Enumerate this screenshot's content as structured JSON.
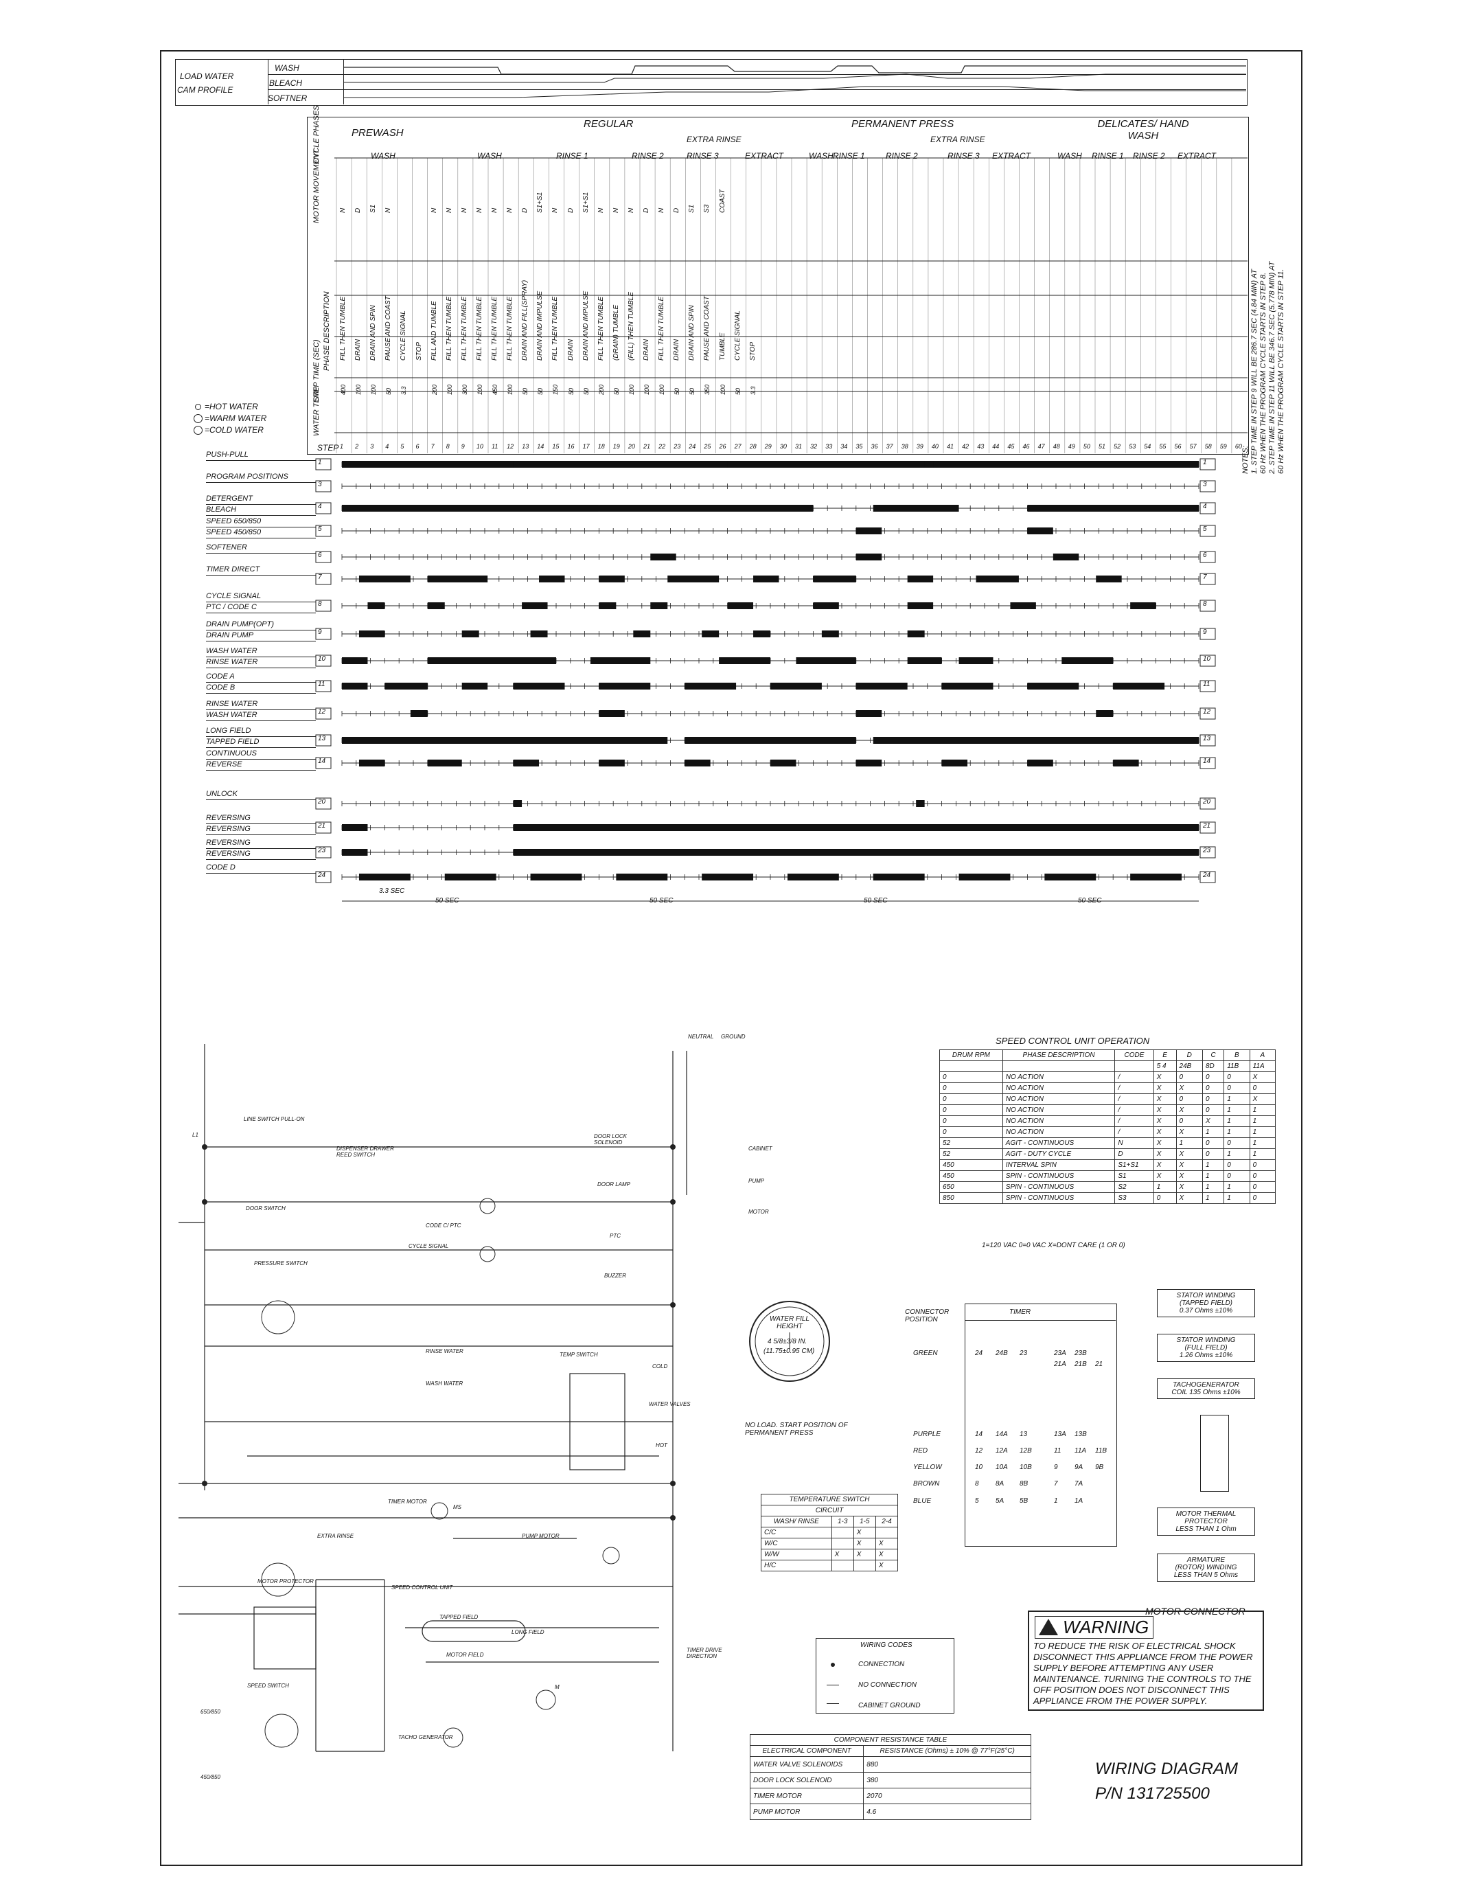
{
  "header": {
    "load_water_label": "LOAD WATER",
    "cam_profile_label": "CAM PROFILE",
    "rows": [
      "WASH",
      "BLEACH",
      "SOFTNER"
    ]
  },
  "cycle_groups": [
    {
      "name": "PREWASH",
      "sub": [
        "WASH"
      ]
    },
    {
      "name": "REGULAR",
      "sub": [
        "WASH",
        "RINSE 1",
        "RINSE 2",
        "RINSE 3",
        "EXTRACT"
      ],
      "extra": "EXTRA RINSE"
    },
    {
      "name": "PERMANENT PRESS",
      "sub": [
        "WASH",
        "RINSE 1",
        "RINSE 2",
        "RINSE 3",
        "EXTRACT"
      ],
      "extra": "EXTRA RINSE"
    },
    {
      "name": "DELICATES/ HAND WASH",
      "sub": [
        "WASH",
        "RINSE 1",
        "RINSE 2",
        "EXTRACT"
      ]
    }
  ],
  "row_headers": {
    "cycle_phases": "CYCLE PHASES",
    "motor_movement": "MOTOR MOVEMENT",
    "phase_description": "PHASE DESCRIPTION",
    "step_time": "STEP TIME (SEC)",
    "water_temp": "WATER TEMP",
    "step": "STEP"
  },
  "water_legend": [
    "=HOT WATER",
    "=WARM WATER",
    "=COLD WATER"
  ],
  "phase_descriptions": [
    "FILL THEN TUMBLE",
    "DRAIN",
    "DRAIN AND SPIN",
    "PAUSE AND COAST",
    "CYCLE SIGNAL",
    "STOP",
    "FILL AND TUMBLE",
    "FILL THEN TUMBLE",
    "FILL THEN TUMBLE",
    "FILL THEN TUMBLE",
    "FILL THEN TUMBLE",
    "FILL THEN TUMBLE",
    "DRAIN AND FILL(SPRAY)",
    "DRAIN AND IMPULSE",
    "FILL THEN TUMBLE",
    "DRAIN",
    "DRAIN AND IMPULSE",
    "FILL THEN TUMBLE",
    "(DRAIN) TUMBLE",
    "(FILL) THEN TUMBLE",
    "DRAIN",
    "FILL THEN TUMBLE",
    "DRAIN",
    "DRAIN AND SPIN",
    "PAUSE AND COAST",
    "TUMBLE",
    "CYCLE SIGNAL",
    "STOP"
  ],
  "motor_movement": [
    "N",
    "D",
    "S1",
    "N",
    "",
    "",
    "N",
    "N",
    "N",
    "N",
    "N",
    "N",
    "D",
    "S1+S1",
    "N",
    "D",
    "S1+S1",
    "N",
    "N",
    "N",
    "D",
    "N",
    "D",
    "S1",
    "S3",
    "COAST"
  ],
  "step_times": [
    "400",
    "100",
    "100",
    "50",
    "3.3",
    "",
    "200",
    "100",
    "300",
    "100",
    "450",
    "100",
    "50",
    "50",
    "150",
    "50",
    "50",
    "200",
    "50",
    "100",
    "100",
    "100",
    "50",
    "50",
    "350",
    "100",
    "50",
    "3.3"
  ],
  "steps": [
    "1",
    "2",
    "3",
    "4",
    "5",
    "6",
    "7",
    "8",
    "9",
    "10",
    "11",
    "12",
    "13",
    "14",
    "15",
    "16",
    "17",
    "18",
    "19",
    "20",
    "21",
    "22",
    "23",
    "24",
    "25",
    "26",
    "27",
    "28",
    "29",
    "30",
    "31",
    "32",
    "33",
    "34",
    "35",
    "36",
    "37",
    "38",
    "39",
    "40",
    "41",
    "42",
    "43",
    "44",
    "45",
    "46",
    "47",
    "48",
    "49",
    "50",
    "51",
    "52",
    "53",
    "54",
    "55",
    "56",
    "57",
    "58",
    "59",
    "60"
  ],
  "notes": [
    "NOTES:",
    "1. STEP TIME IN STEP 9 WILL BE 286.7 SEC (4.84 MIN) AT",
    "60 Hz WHEN THE PROGRAM CYCLE STARTS IN STEP 8.",
    "2. STEP TIME IN STEP 11 WILL BE 346.7 SEC (5.778 MIN) AT",
    "60 Hz WHEN THE PROGRAM CYCLE STARTS IN STEP 11."
  ],
  "timer_rows": [
    {
      "num": "1",
      "labels": [
        "PUSH-PULL"
      ]
    },
    {
      "num": "3",
      "labels": [
        "PROGRAM POSITIONS"
      ]
    },
    {
      "num": "4",
      "labels": [
        "DETERGENT",
        "BLEACH"
      ]
    },
    {
      "num": "5",
      "labels": [
        "SPEED 650/850",
        "SPEED 450/850"
      ]
    },
    {
      "num": "6",
      "labels": [
        "SOFTENER"
      ]
    },
    {
      "num": "7",
      "labels": [
        "TIMER DIRECT"
      ]
    },
    {
      "num": "8",
      "labels": [
        "CYCLE SIGNAL",
        "PTC / CODE C"
      ]
    },
    {
      "num": "9",
      "labels": [
        "DRAIN PUMP(OPT)",
        "DRAIN PUMP"
      ]
    },
    {
      "num": "10",
      "labels": [
        "WASH WATER",
        "RINSE WATER"
      ]
    },
    {
      "num": "11",
      "labels": [
        "CODE A",
        "CODE B"
      ]
    },
    {
      "num": "12",
      "labels": [
        "RINSE WATER",
        "WASH WATER"
      ]
    },
    {
      "num": "13",
      "labels": [
        "LONG FIELD",
        "TAPPED FIELD"
      ]
    },
    {
      "num": "14",
      "labels": [
        "CONTINUOUS",
        "REVERSE"
      ]
    },
    {
      "num": "20",
      "labels": [
        "UNLOCK"
      ]
    },
    {
      "num": "21",
      "labels": [
        "REVERSING",
        "REVERSING"
      ]
    },
    {
      "num": "23",
      "labels": [
        "REVERSING",
        "REVERSING"
      ]
    },
    {
      "num": "24",
      "labels": [
        "CODE D"
      ]
    }
  ],
  "timing": {
    "short": "3.3 SEC",
    "segments": [
      "50 SEC",
      "50 SEC",
      "50 SEC",
      "50 SEC"
    ]
  },
  "speed_control": {
    "title": "SPEED CONTROL UNIT OPERATION",
    "headers": [
      "DRUM RPM",
      "PHASE DESCRIPTION",
      "CODE",
      "E",
      "D",
      "C",
      "B",
      "A"
    ],
    "subheaders": [
      "",
      "",
      "",
      "5 4",
      "24B",
      "8D",
      "11B",
      "11A"
    ],
    "rows": [
      [
        "0",
        "NO ACTION",
        "/",
        "X",
        "0",
        "0",
        "0",
        "X"
      ],
      [
        "0",
        "NO ACTION",
        "/",
        "X",
        "X",
        "0",
        "0",
        "0"
      ],
      [
        "0",
        "NO ACTION",
        "/",
        "X",
        "0",
        "0",
        "1",
        "X"
      ],
      [
        "0",
        "NO ACTION",
        "/",
        "X",
        "X",
        "0",
        "1",
        "1"
      ],
      [
        "0",
        "NO ACTION",
        "/",
        "X",
        "0",
        "X",
        "1",
        "1"
      ],
      [
        "0",
        "NO ACTION",
        "/",
        "X",
        "X",
        "1",
        "1",
        "1"
      ],
      [
        "52",
        "AGIT - CONTINUOUS",
        "N",
        "X",
        "1",
        "0",
        "0",
        "1"
      ],
      [
        "52",
        "AGIT - DUTY CYCLE",
        "D",
        "X",
        "X",
        "0",
        "1",
        "1"
      ],
      [
        "450",
        "INTERVAL SPIN",
        "S1+S1",
        "X",
        "X",
        "1",
        "0",
        "0"
      ],
      [
        "450",
        "SPIN - CONTINUOUS",
        "S1",
        "X",
        "X",
        "1",
        "0",
        "0"
      ],
      [
        "650",
        "SPIN - CONTINUOUS",
        "S2",
        "1",
        "X",
        "1",
        "1",
        "0"
      ],
      [
        "850",
        "SPIN - CONTINUOUS",
        "S3",
        "0",
        "X",
        "1",
        "1",
        "0"
      ]
    ],
    "footnote": "1=120 VAC  0=0 VAC  X=DONT CARE (1 OR 0)"
  },
  "water_fill": {
    "title": "WATER FILL HEIGHT",
    "value": "4 5/8±3/8 IN.",
    "metric": "(11.75±0.95 CM)",
    "caption": "NO LOAD. START POSITION OF PERMANENT PRESS"
  },
  "connector": {
    "title": "CONNECTOR POSITION",
    "timer": "TIMER",
    "colors": [
      "GREEN",
      "PURPLE",
      "RED",
      "YELLOW",
      "BROWN",
      "BLUE"
    ],
    "green": [
      "24",
      "24B",
      "23",
      "23A",
      "23B",
      "21",
      "21A",
      "21B"
    ],
    "purple": [
      "14",
      "14A",
      "13",
      "13A",
      "13B"
    ],
    "red": [
      "12",
      "12A",
      "12B",
      "11",
      "11A",
      "11B"
    ],
    "yellow": [
      "10",
      "10A",
      "10B",
      "9",
      "9A",
      "9B"
    ],
    "brown": [
      "8",
      "8A",
      "8B",
      "7",
      "7A"
    ],
    "blue": [
      "5",
      "5A",
      "5B",
      "1",
      "1A"
    ]
  },
  "motor_connector": {
    "title": "MOTOR CONNECTOR",
    "boxes": [
      [
        "STATOR WINDING",
        "(TAPPED FIELD)",
        "0.37 Ohms ±10%"
      ],
      [
        "STATOR WINDING",
        "(FULL FIELD)",
        "1.26 Ohms ±10%"
      ],
      [
        "TACHOGENERATOR",
        "COIL 135 Ohms ±10%"
      ],
      [
        "MOTOR THERMAL",
        "PROTECTOR",
        "LESS THAN 1 Ohm"
      ],
      [
        "ARMATURE",
        "(ROTOR) WINDING",
        "LESS THAN 5 Ohms"
      ]
    ]
  },
  "temp_switch": {
    "title": "TEMPERATURE SWITCH",
    "circuit": "CIRCUIT",
    "headers": [
      "WASH/ RINSE",
      "1-3",
      "1-5",
      "2-4"
    ],
    "rows": [
      [
        "C/C",
        "",
        "X",
        ""
      ],
      [
        "W/C",
        "",
        "X",
        "X"
      ],
      [
        "W/W",
        "X",
        "X",
        "X"
      ],
      [
        "H/C",
        "",
        "",
        "X"
      ]
    ]
  },
  "wiring_codes": {
    "title": "WIRING CODES",
    "items": [
      "CONNECTION",
      "NO CONNECTION",
      "CABINET GROUND"
    ]
  },
  "resistance": {
    "title": "COMPONENT RESISTANCE TABLE",
    "headers": [
      "ELECTRICAL COMPONENT",
      "RESISTANCE (Ohms) ± 10% @ 77°F(25°C)"
    ],
    "rows": [
      [
        "WATER VALVE SOLENOIDS",
        "880"
      ],
      [
        "DOOR LOCK SOLENOID",
        "380"
      ],
      [
        "TIMER MOTOR",
        "2070"
      ],
      [
        "PUMP MOTOR",
        "4.6"
      ]
    ]
  },
  "warning": {
    "head": "WARNING",
    "text": "TO REDUCE THE RISK OF ELECTRICAL SHOCK DISCONNECT THIS APPLIANCE FROM THE POWER SUPPLY BEFORE ATTEMPTING ANY USER MAINTENANCE. TURNING THE CONTROLS TO THE OFF POSITION DOES NOT DISCONNECT THIS APPLIANCE FROM THE POWER SUPPLY."
  },
  "title": {
    "line1": "WIRING DIAGRAM",
    "line2": "P/N 131725500"
  },
  "schematic_labels": {
    "neutral": "NEUTRAL",
    "ground": "GROUND",
    "line_switch": "LINE SWITCH PULL-ON",
    "l1": "L1",
    "dispenser": "DISPENSER DRAWER REED SWITCH",
    "door_lock": "DOOR LOCK SOLENOID",
    "door_lamp": "DOOR LAMP",
    "door_switch": "DOOR SWITCH",
    "cabinet": "CABINET",
    "pump": "PUMP",
    "motor": "MOTOR",
    "cycle_signal": "CYCLE SIGNAL",
    "code_c": "CODE C/ PTC",
    "ptc": "PTC",
    "buzzer": "BUZZER",
    "pressure_switch": "PRESSURE SWITCH",
    "rinse_water": "RINSE WATER",
    "wash_water": "WASH WATER",
    "temp_switch": "TEMP SWITCH",
    "cold": "COLD",
    "water_valves": "WATER VALVES",
    "hot": "HOT",
    "timer_motor": "TIMER MOTOR",
    "ms": "MS",
    "extra_rinse": "EXTRA RINSE",
    "pump_motor": "PUMP MOTOR",
    "motor_protector": "MOTOR PROTECTOR",
    "speed_control": "SPEED CONTROL UNIT",
    "tapped_field": "TAPPED FIELD",
    "long_field": "LONG FIELD",
    "motor_field": "MOTOR FIELD",
    "timer_drive": "TIMER DRIVE DIRECTION",
    "speed_switch": "SPEED SWITCH",
    "tacho": "TACHO GENERATOR",
    "c650": "650/850",
    "c450": "450/850",
    "m": "M"
  }
}
